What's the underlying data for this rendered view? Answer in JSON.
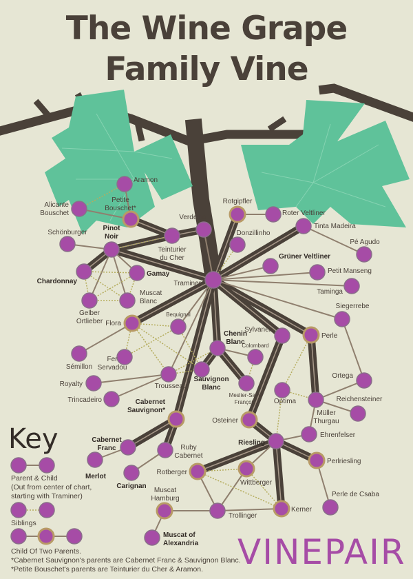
{
  "title": {
    "line1": "The Wine Grape",
    "line2": "Family Vine"
  },
  "colors": {
    "background": "#e6e6d4",
    "vine": "#4a4139",
    "leaf": "#5fc29a",
    "grape": "#a64ca6",
    "parent_child_line": "#8f7f6e",
    "sibling_line": "#b5ad5e",
    "two_parent_ring": "#b89a66"
  },
  "nodes": {
    "aramon": {
      "name": "Aramon"
    },
    "alicante": {
      "name": "Alicante Bouschet"
    },
    "petite": {
      "name": "Petite Bouschet*",
      "two_parents": true
    },
    "schon": {
      "name": "Schönburger"
    },
    "pinot": {
      "name": "Pinot Noir",
      "bold": true
    },
    "teint": {
      "name": "Teinturier du Cher"
    },
    "verdelho": {
      "name": "Verdelho"
    },
    "traminer": {
      "name": "Traminer"
    },
    "chardonnay": {
      "name": "Chardonnay",
      "bold": true
    },
    "gamay": {
      "name": "Gamay",
      "bold": true
    },
    "gelber": {
      "name": "Gelber Ortlieber"
    },
    "muscatblanc": {
      "name": "Muscat Blanc"
    },
    "flora": {
      "name": "Flora",
      "two_parents": true
    },
    "bequignal": {
      "name": "Bequignal"
    },
    "fer": {
      "name": "Fer Servadou"
    },
    "semillon": {
      "name": "Sémillon"
    },
    "royalty": {
      "name": "Royalty"
    },
    "trousseau": {
      "name": "Trousseau"
    },
    "trincadeiro": {
      "name": "Trincadeiro"
    },
    "chenin": {
      "name": "Chenin Blanc",
      "bold": true
    },
    "sauvignon": {
      "name": "Sauvignon Blanc",
      "bold": true
    },
    "colombard": {
      "name": "Colombard"
    },
    "meslier": {
      "name": "Meslier-Saint François"
    },
    "sylvaner": {
      "name": "Sylvaner"
    },
    "perle": {
      "name": "Perle",
      "two_parents": true
    },
    "siegerrebe": {
      "name": "Siegerrebe"
    },
    "rotgipfler": {
      "name": "Rotgipfler",
      "two_parents": true
    },
    "roterv": {
      "name": "Roter Veltliner"
    },
    "tinta": {
      "name": "Tinta Madeira"
    },
    "peagudo": {
      "name": "Pé Agudo"
    },
    "donz": {
      "name": "Donzillinho"
    },
    "gruner": {
      "name": "Grüner Veltliner",
      "bold": true
    },
    "petitm": {
      "name": "Petit Manseng"
    },
    "taminga": {
      "name": "Taminga"
    },
    "ortega": {
      "name": "Ortega"
    },
    "optima": {
      "name": "Optima"
    },
    "muller": {
      "name": "Müller Thurgau"
    },
    "reichen": {
      "name": "Reichensteiner"
    },
    "osteiner": {
      "name": "Osteiner",
      "two_parents": true
    },
    "cabsauv": {
      "name": "Cabernet Sauvignon*",
      "bold": true,
      "two_parents": true
    },
    "cabfranc": {
      "name": "Cabernet Franc",
      "bold": true
    },
    "ruby": {
      "name": "Ruby Cabernet"
    },
    "merlot": {
      "name": "Merlot",
      "bold": true
    },
    "carignan": {
      "name": "Carignan",
      "bold": true
    },
    "riesling": {
      "name": "Riesling",
      "bold": true
    },
    "ehren": {
      "name": "Ehrenfelser"
    },
    "perlries": {
      "name": "Perlriesling",
      "two_parents": true
    },
    "rotberger": {
      "name": "Rotberger",
      "two_parents": true
    },
    "wittberger": {
      "name": "Wittberger",
      "two_parents": true
    },
    "perlecsaba": {
      "name": "Perle de Csaba"
    },
    "muschamb": {
      "name": "Muscat Hamburg",
      "two_parents": true
    },
    "trollinger": {
      "name": "Trollinger"
    },
    "kerner": {
      "name": "Kerner",
      "two_parents": true
    },
    "muscalex": {
      "name": "Muscat of Alexandria",
      "bold": true
    }
  },
  "edges": {
    "main_lineage": [
      [
        "traminer",
        "pinot"
      ],
      [
        "pinot",
        "chardonnay"
      ],
      [
        "pinot",
        "teint"
      ],
      [
        "teint",
        "petite"
      ],
      [
        "teint",
        "verdelho"
      ],
      [
        "traminer",
        "tinta"
      ],
      [
        "traminer",
        "flora"
      ],
      [
        "traminer",
        "chenin"
      ],
      [
        "chenin",
        "meslier"
      ],
      [
        "chenin",
        "sauvignon"
      ],
      [
        "traminer",
        "cabsauv"
      ],
      [
        "cabsauv",
        "cabfranc"
      ],
      [
        "cabsauv",
        "ruby"
      ],
      [
        "traminer",
        "perle"
      ],
      [
        "perle",
        "muller"
      ],
      [
        "traminer",
        "sylvaner"
      ],
      [
        "sylvaner",
        "osteiner"
      ],
      [
        "osteiner",
        "riesling"
      ],
      [
        "riesling",
        "rotberger"
      ],
      [
        "riesling",
        "kerner"
      ],
      [
        "riesling",
        "perlries"
      ],
      [
        "traminer",
        "rotgipfler"
      ]
    ],
    "parent_child": [
      [
        "aramon",
        "petite"
      ],
      [
        "alicante",
        "petite"
      ],
      [
        "schon",
        "pinot"
      ],
      [
        "pinot",
        "gelber"
      ],
      [
        "pinot",
        "muscatblanc"
      ],
      [
        "pinot",
        "gamay"
      ],
      [
        "traminer",
        "verdelho"
      ],
      [
        "rotgipfler",
        "roterv"
      ],
      [
        "tinta",
        "peagudo"
      ],
      [
        "traminer",
        "gruner"
      ],
      [
        "traminer",
        "petitm"
      ],
      [
        "traminer",
        "taminga"
      ],
      [
        "traminer",
        "siegerrebe"
      ],
      [
        "traminer",
        "trousseau"
      ],
      [
        "traminer",
        "bequignal"
      ],
      [
        "flora",
        "semillon"
      ],
      [
        "trousseau",
        "royalty"
      ],
      [
        "trousseau",
        "trincadeiro"
      ],
      [
        "chenin",
        "colombard"
      ],
      [
        "siegerrebe",
        "ortega"
      ],
      [
        "ortega",
        "muller"
      ],
      [
        "muller",
        "reichen"
      ],
      [
        "muller",
        "ehren"
      ],
      [
        "ehren",
        "riesling"
      ],
      [
        "riesling",
        "wittberger"
      ],
      [
        "cabfranc",
        "merlot"
      ],
      [
        "ruby",
        "carignan"
      ],
      [
        "rotberger",
        "trollinger"
      ],
      [
        "wittberger",
        "trollinger"
      ],
      [
        "trollinger",
        "muschamb"
      ],
      [
        "trollinger",
        "kerner"
      ],
      [
        "muschamb",
        "muscalex"
      ],
      [
        "perlries",
        "perlecsaba"
      ]
    ],
    "siblings": [
      [
        "chardonnay",
        "gamay"
      ],
      [
        "chardonnay",
        "gelber"
      ],
      [
        "chardonnay",
        "muscatblanc"
      ],
      [
        "gamay",
        "gelber"
      ],
      [
        "gamay",
        "muscatblanc"
      ],
      [
        "gelber",
        "muscatblanc"
      ],
      [
        "flora",
        "bequignal"
      ],
      [
        "flora",
        "fer"
      ],
      [
        "flora",
        "trousseau"
      ],
      [
        "flora",
        "sauvignon"
      ],
      [
        "bequignal",
        "fer"
      ],
      [
        "bequignal",
        "sauvignon"
      ],
      [
        "trousseau",
        "sauvignon"
      ],
      [
        "trousseau",
        "chenin"
      ],
      [
        "colombard",
        "meslier"
      ],
      [
        "perle",
        "optima"
      ],
      [
        "optima",
        "muller"
      ],
      [
        "optima",
        "riesling"
      ],
      [
        "rotberger",
        "wittberger"
      ],
      [
        "rotberger",
        "kerner"
      ],
      [
        "wittberger",
        "kerner"
      ],
      [
        "aramon",
        "alicante"
      ],
      [
        "teint",
        "pinot"
      ],
      [
        "donz",
        "traminer"
      ]
    ]
  },
  "key": {
    "title": "Key",
    "parent_child": [
      "Parent & Child",
      "(Out from center of chart,",
      "starting with Traminer)"
    ],
    "siblings": "Siblings",
    "two_parents": "Child Of Two Parents.",
    "notes": [
      "*Cabernet Sauvignon's parents are Cabernet Franc & Sauvignon Blanc.",
      "*Petite Bouschet's parents are Teinturier du Cher & Aramon."
    ]
  },
  "logo": "VINEPAIR"
}
